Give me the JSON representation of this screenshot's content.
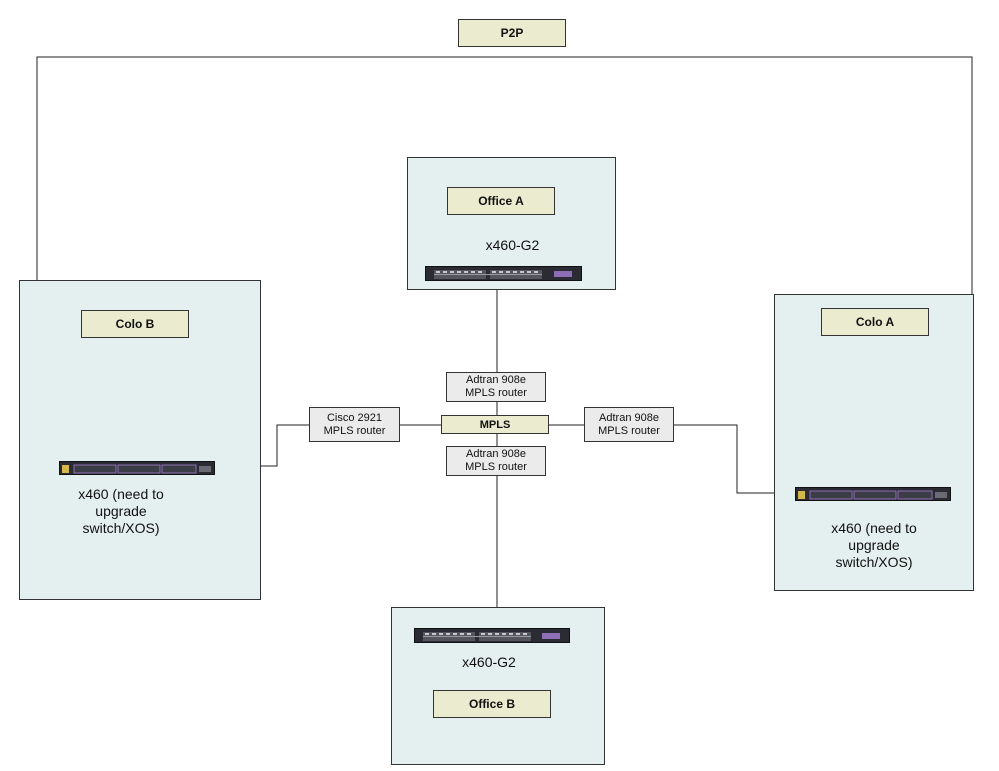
{
  "p2p": {
    "label": "P2P"
  },
  "sites": {
    "office_a": {
      "label": "Office A",
      "device": "x460-G2"
    },
    "office_b": {
      "label": "Office B",
      "device": "x460-G2"
    },
    "colo_b": {
      "label": "Colo B",
      "device": [
        "x460 (need to",
        "upgrade",
        "switch/XOS)"
      ]
    },
    "colo_a": {
      "label": "Colo A",
      "device": [
        "x460 (need to",
        "upgrade",
        "switch/XOS)"
      ]
    }
  },
  "routers": {
    "mpls_hub": "MPLS",
    "top": [
      "Adtran 908e",
      "MPLS router"
    ],
    "bottom": [
      "Adtran 908e",
      "MPLS router"
    ],
    "right": [
      "Adtran 908e",
      "MPLS router"
    ],
    "left": [
      "Cisco 2921",
      "MPLS router"
    ]
  },
  "colors": {
    "site_fill": "#e4f0ef",
    "tag_fill": "#ebebd0",
    "router_fill": "#ebebeb",
    "line": "#222222",
    "switch_body": "#2b2b33",
    "switch_accent": "#8e6fb5"
  }
}
